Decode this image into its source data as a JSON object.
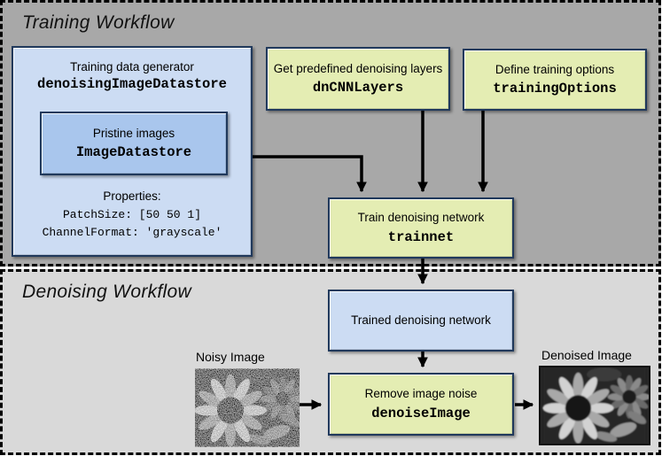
{
  "sections": {
    "training": {
      "title": "Training Workflow"
    },
    "denoising": {
      "title": "Denoising Workflow"
    }
  },
  "boxes": {
    "datastore": {
      "label": "Training data generator",
      "code": "denoisingImageDatastore",
      "properties_title": "Properties:",
      "prop_patchsize": "PatchSize: [50 50 1]",
      "prop_channelformat": "ChannelFormat: 'grayscale'"
    },
    "imagedatastore": {
      "label": "Pristine images",
      "code": "ImageDatastore"
    },
    "dncnn": {
      "label": "Get predefined denoising layers",
      "code": "dnCNNLayers"
    },
    "trainopts": {
      "label": "Define training options",
      "code": "trainingOptions"
    },
    "trainnet": {
      "label": "Train denoising network",
      "code": "trainnet"
    },
    "trainednet": {
      "label": "Trained denoising network"
    },
    "denoise": {
      "label": "Remove image noise",
      "code": "denoiseImage"
    }
  },
  "images": {
    "noisy": {
      "label": "Noisy Image"
    },
    "denoised": {
      "label": "Denoised Image"
    }
  },
  "colors": {
    "training_section_bg": "#a8a8a8",
    "denoising_section_bg": "#d9d9d9",
    "blue_box_fill": "#ccdcf3",
    "nested_blue_fill": "#a9c6ed",
    "green_box_fill": "#e4edb3",
    "box_border": "#20395c",
    "arrow": "#000000"
  }
}
